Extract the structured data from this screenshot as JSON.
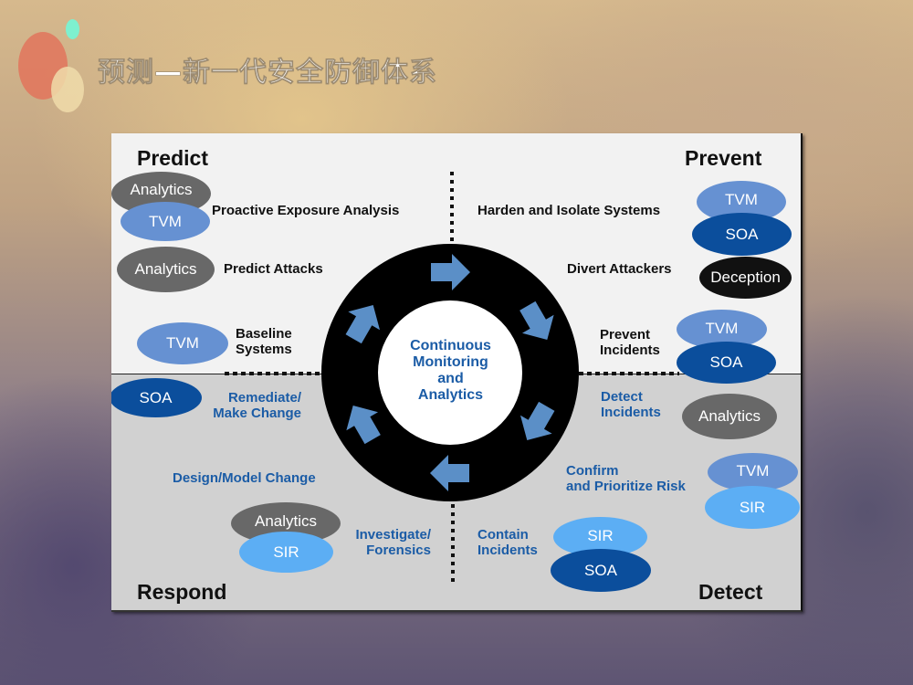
{
  "slide": {
    "title": "预测—新一代安全防御体系"
  },
  "diagram": {
    "center": [
      "Continuous",
      "Monitoring",
      "and",
      "Analytics"
    ],
    "quadrants": {
      "predict": "Predict",
      "prevent": "Prevent",
      "respond": "Respond",
      "detect": "Detect"
    },
    "activities": {
      "proactive_exposure": "Proactive Exposure Analysis",
      "predict_attacks": "Predict Attacks",
      "baseline_systems": [
        "Baseline",
        "Systems"
      ],
      "harden_isolate": "Harden and Isolate Systems",
      "divert_attackers": "Divert Attackers",
      "prevent_incidents": [
        "Prevent",
        "Incidents"
      ],
      "detect_incidents": [
        "Detect",
        "Incidents"
      ],
      "confirm_prioritize": [
        "Confirm",
        "and Prioritize Risk"
      ],
      "contain_incidents": [
        "Contain",
        "Incidents"
      ],
      "investigate_forensics": [
        "Investigate/",
        "Forensics"
      ],
      "design_model_change": "Design/Model Change",
      "remediate": [
        "Remediate/",
        "Make Change"
      ]
    },
    "tags": {
      "analytics": "Analytics",
      "tvm": "TVM",
      "soa": "SOA",
      "sir": "SIR",
      "deception": "Deception"
    },
    "colors": {
      "tvm": "#6691d2",
      "soa": "#0b4e9c",
      "sir": "#5caef4",
      "analytics": "#686868",
      "deception": "#111111",
      "blue_text": "#1b5ca6",
      "arrow": "#5b8fc7"
    }
  }
}
